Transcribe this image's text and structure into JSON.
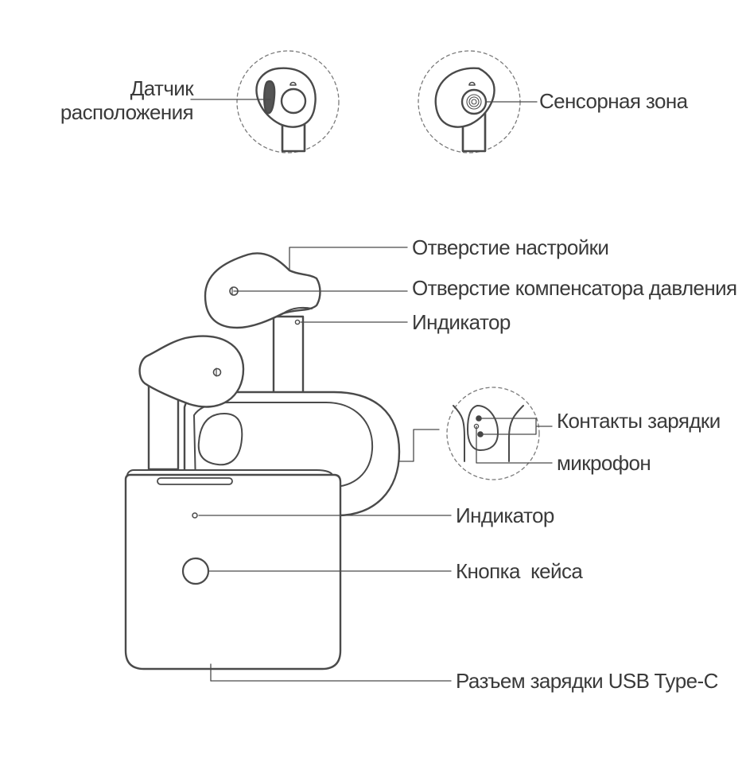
{
  "colors": {
    "line": "#4a4a4a",
    "text": "#3a3a3a",
    "dashed": "#7a7a7a",
    "background": "#ffffff"
  },
  "labels": {
    "position_sensor_line1": "Датчик",
    "position_sensor_line2": "расположения",
    "touch_zone": "Сенсорная зона",
    "tuning_hole": "Отверстие настройки",
    "pressure_hole": "Отверстие компенсатора давления",
    "earbud_indicator": "Индикатор",
    "charging_contacts": "Контакты зарядки",
    "microphone": "микрофон",
    "case_indicator": "Индикатор",
    "case_button": "Кнопка  кейса",
    "usb_port": "Разъем зарядки USB Type-C"
  }
}
